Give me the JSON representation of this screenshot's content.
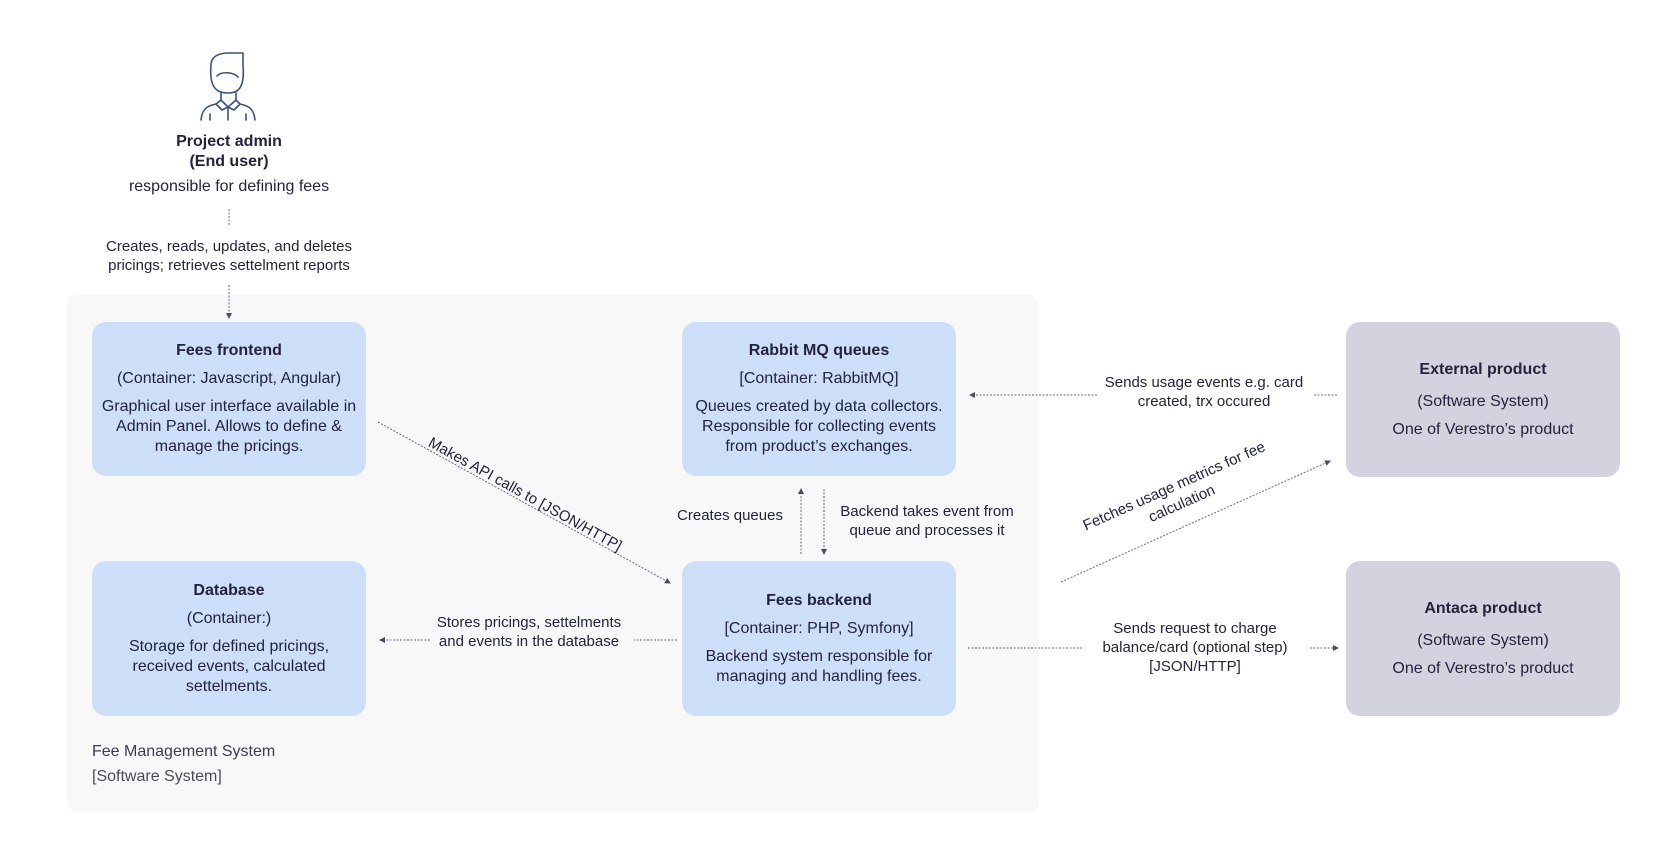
{
  "colors": {
    "container_fill": "#cddff8",
    "external_fill": "#d3d3e0",
    "boundary_fill": "#f8f8f8",
    "text": "#23233d",
    "line": "#6b6b80"
  },
  "person": {
    "icon": "person-icon",
    "name_line1": "Project admin",
    "name_line2": "(End user)",
    "description": "responsible for defining fees"
  },
  "boundary": {
    "title": "Fee Management System",
    "type": "[Software System]"
  },
  "containers": {
    "frontend": {
      "title": "Fees frontend",
      "tech": "(Container: Javascript, Angular)",
      "description": "Graphical user interface available in Admin Panel. Allows to define & manage the pricings."
    },
    "rabbitmq": {
      "title": "Rabbit MQ queues",
      "tech": "[Container: RabbitMQ]",
      "description": "Queues created by data collectors. Responsible for collecting events from product’s exchanges."
    },
    "database": {
      "title": "Database",
      "tech": "(Container:)",
      "description": "Storage for defined pricings, received events, calculated settelments."
    },
    "backend": {
      "title": "Fees backend",
      "tech": "[Container: PHP, Symfony]",
      "description": "Backend system responsible for managing and handling fees."
    }
  },
  "externals": {
    "external_product": {
      "title": "External product",
      "type": "(Software System)",
      "description": "One of Verestro’s product"
    },
    "antaca_product": {
      "title": "Antaca product",
      "type": "(Software System)",
      "description": "One of Verestro’s product"
    }
  },
  "relations": {
    "admin_to_frontend": "Creates, reads, updates, and deletes pricings; retrieves settelment reports",
    "frontend_to_backend": "Makes API calls to [JSON/HTTP]",
    "backend_to_rabbit": "Creates queues",
    "rabbit_to_backend": "Backend takes event from queue and processes it",
    "backend_to_database": "Stores pricings, settelments and events in the database",
    "external_to_rabbit": "Sends usage events e.g. card created, trx occured",
    "backend_to_external": "Fetches usage metrics for fee calculation",
    "backend_to_antaca": "Sends request to charge balance/card (optional step) [JSON/HTTP]"
  }
}
